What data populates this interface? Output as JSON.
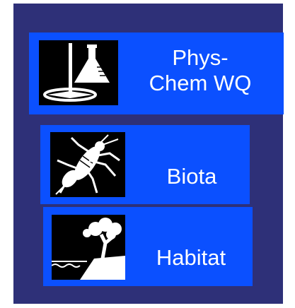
{
  "buttons": {
    "physchem": {
      "line1": "Phys-",
      "line2": "Chem WQ",
      "icon": "beaker-stirrer-icon"
    },
    "biota": {
      "label": "Biota",
      "icon": "insect-icon"
    },
    "habitat": {
      "label": "Habitat",
      "icon": "tree-shoreline-icon"
    }
  },
  "colors": {
    "panel": "#2e3078",
    "button": "#0b50ff",
    "icon_bg": "#000000",
    "text": "#ffffff"
  }
}
